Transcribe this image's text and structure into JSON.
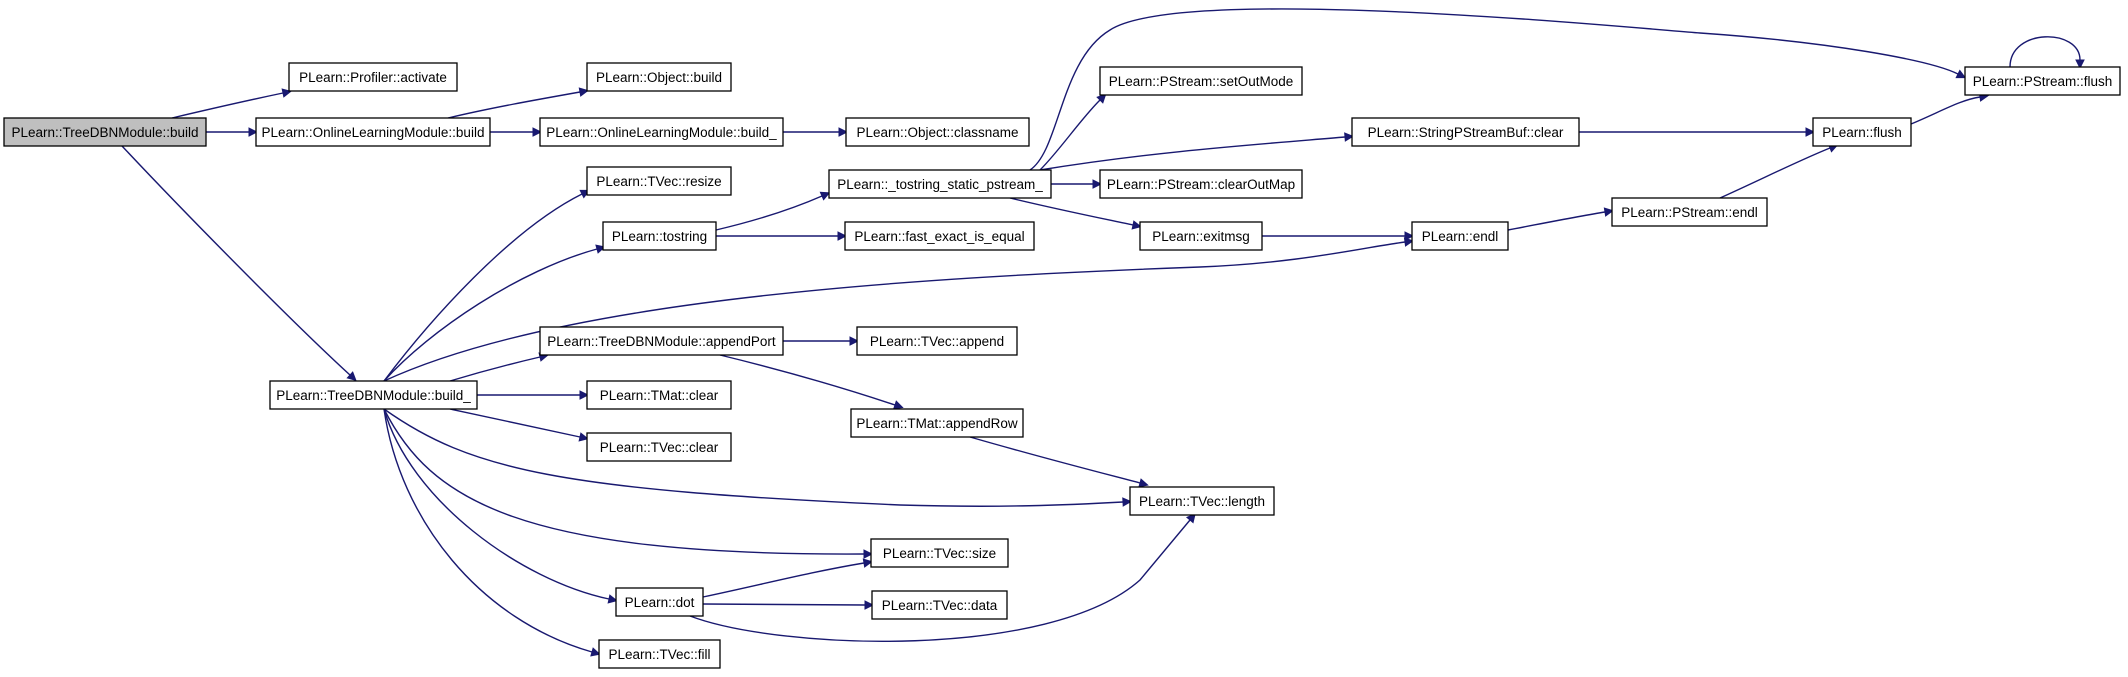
{
  "nodes": [
    {
      "id": "n_root",
      "label": "PLearn::TreeDBNModule::build",
      "root": true
    },
    {
      "id": "n_activate",
      "label": "PLearn::Profiler::activate"
    },
    {
      "id": "n_olm_build",
      "label": "PLearn::OnlineLearningModule::build"
    },
    {
      "id": "n_build_",
      "label": "PLearn::TreeDBNModule::build_"
    },
    {
      "id": "n_obj_build",
      "label": "PLearn::Object::build"
    },
    {
      "id": "n_olm_build_",
      "label": "PLearn::OnlineLearningModule::build_"
    },
    {
      "id": "n_classname",
      "label": "PLearn::Object::classname"
    },
    {
      "id": "n_resize",
      "label": "PLearn::TVec::resize"
    },
    {
      "id": "n_tostring",
      "label": "PLearn::tostring"
    },
    {
      "id": "n_appendport",
      "label": "PLearn::TreeDBNModule::appendPort"
    },
    {
      "id": "n_tmat_clear",
      "label": "PLearn::TMat::clear"
    },
    {
      "id": "n_tvec_clear",
      "label": "PLearn::TVec::clear"
    },
    {
      "id": "n_dot",
      "label": "PLearn::dot"
    },
    {
      "id": "n_fill",
      "label": "PLearn::TVec::fill"
    },
    {
      "id": "n_tostring_static",
      "label": "PLearn::_tostring_static_pstream_"
    },
    {
      "id": "n_fast_exact",
      "label": "PLearn::fast_exact_is_equal"
    },
    {
      "id": "n_append",
      "label": "PLearn::TVec::append"
    },
    {
      "id": "n_appendrow",
      "label": "PLearn::TMat::appendRow"
    },
    {
      "id": "n_size",
      "label": "PLearn::TVec::size"
    },
    {
      "id": "n_data",
      "label": "PLearn::TVec::data"
    },
    {
      "id": "n_setoutmode",
      "label": "PLearn::PStream::setOutMode"
    },
    {
      "id": "n_clearoutmap",
      "label": "PLearn::PStream::clearOutMap"
    },
    {
      "id": "n_exitmsg",
      "label": "PLearn::exitmsg"
    },
    {
      "id": "n_length",
      "label": "PLearn::TVec::length"
    },
    {
      "id": "n_spsb_clear",
      "label": "PLearn::StringPStreamBuf::clear"
    },
    {
      "id": "n_endl",
      "label": "PLearn::endl"
    },
    {
      "id": "n_flush",
      "label": "PLearn::flush"
    },
    {
      "id": "n_ps_endl",
      "label": "PLearn::PStream::endl"
    },
    {
      "id": "n_ps_flush",
      "label": "PLearn::PStream::flush"
    }
  ],
  "edges": [
    {
      "from": "n_root",
      "to": "n_activate"
    },
    {
      "from": "n_root",
      "to": "n_olm_build"
    },
    {
      "from": "n_root",
      "to": "n_build_"
    },
    {
      "from": "n_olm_build",
      "to": "n_obj_build"
    },
    {
      "from": "n_olm_build",
      "to": "n_olm_build_"
    },
    {
      "from": "n_olm_build_",
      "to": "n_classname"
    },
    {
      "from": "n_build_",
      "to": "n_resize"
    },
    {
      "from": "n_build_",
      "to": "n_tostring"
    },
    {
      "from": "n_build_",
      "to": "n_endl"
    },
    {
      "from": "n_build_",
      "to": "n_appendport"
    },
    {
      "from": "n_build_",
      "to": "n_tmat_clear"
    },
    {
      "from": "n_build_",
      "to": "n_tvec_clear"
    },
    {
      "from": "n_build_",
      "to": "n_length"
    },
    {
      "from": "n_build_",
      "to": "n_size"
    },
    {
      "from": "n_build_",
      "to": "n_dot"
    },
    {
      "from": "n_build_",
      "to": "n_fill"
    },
    {
      "from": "n_tostring",
      "to": "n_tostring_static"
    },
    {
      "from": "n_tostring",
      "to": "n_fast_exact"
    },
    {
      "from": "n_tostring_static",
      "to": "n_ps_flush"
    },
    {
      "from": "n_tostring_static",
      "to": "n_setoutmode"
    },
    {
      "from": "n_tostring_static",
      "to": "n_spsb_clear"
    },
    {
      "from": "n_tostring_static",
      "to": "n_clearoutmap"
    },
    {
      "from": "n_tostring_static",
      "to": "n_exitmsg"
    },
    {
      "from": "n_appendport",
      "to": "n_append"
    },
    {
      "from": "n_appendport",
      "to": "n_appendrow"
    },
    {
      "from": "n_appendrow",
      "to": "n_length"
    },
    {
      "from": "n_dot",
      "to": "n_size"
    },
    {
      "from": "n_dot",
      "to": "n_data"
    },
    {
      "from": "n_dot",
      "to": "n_length"
    },
    {
      "from": "n_spsb_clear",
      "to": "n_flush"
    },
    {
      "from": "n_exitmsg",
      "to": "n_endl"
    },
    {
      "from": "n_endl",
      "to": "n_ps_endl"
    },
    {
      "from": "n_ps_endl",
      "to": "n_flush"
    },
    {
      "from": "n_flush",
      "to": "n_ps_flush"
    },
    {
      "from": "n_ps_flush",
      "to": "n_ps_flush"
    }
  ],
  "colors": {
    "edge": "#191970",
    "node_border": "#000000",
    "root_fill": "#bfbfbf",
    "node_fill": "#ffffff"
  }
}
